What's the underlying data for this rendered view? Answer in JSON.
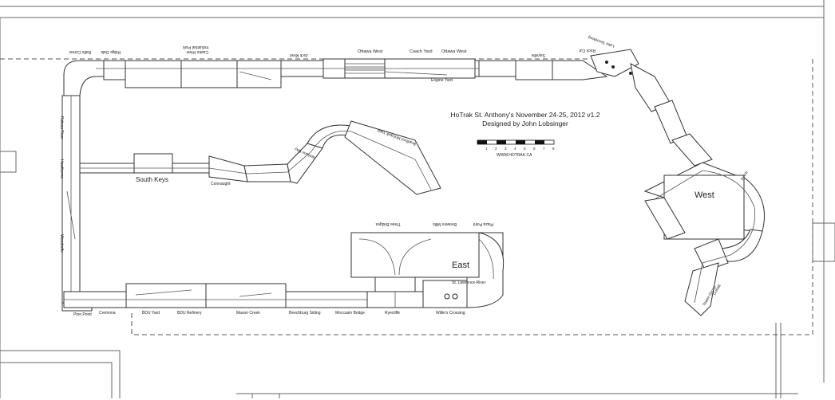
{
  "title": {
    "line1": "HoTrak St. Anthony's November 24-25, 2012 v1.2",
    "line2": "Designed by John Lobsinger"
  },
  "scale": {
    "ticks": [
      "1",
      "2",
      "3",
      "4",
      "5",
      "6",
      "7",
      "8"
    ],
    "url": "WWW.HOTRAK.CA"
  },
  "regions": {
    "west": "West",
    "east": "East",
    "south_keys": "South Keys"
  },
  "labels": {
    "ottawa_west_1": "Ottawa West",
    "coach_yard": "Coach Yard",
    "ottawa_west_2": "Ottawa West",
    "engine_yard": "Engine Yard",
    "sayville": "Sayville",
    "jackson_bay": "Jackson Bay",
    "connaught": "Connaught",
    "bradford_yard": "Bradford Mohawk Yard",
    "hawthorne": "Hawthorne",
    "rideau_river": "Rideau River",
    "woodroffe": "Woodroffe",
    "pine_point": "Pine Point",
    "cremona": "Cremona",
    "bdu_yard": "BDU Yard",
    "bdu_refinery": "BDU Refinery",
    "mason_creek": "Mason Creek",
    "beechburg_siding": "Beechburg Siding",
    "moccasin_bridge": "Moccasin Bridge",
    "ryecliffe": "Ryecliffe",
    "willies_crossing": "Willie's Crossing",
    "st_lawrence_river": "St. Lawrence River",
    "pinch": "Pinch",
    "tower_grove": "Tower Grove",
    "cobalt": "Cobalt",
    "three_bridges": "Three Bridges",
    "brewers_mills": "Brewers Mills",
    "plaza_point": "Plaza Point",
    "industrial_park": "Industrial Park",
    "castor_river": "Castor River",
    "balfs_corner": "Balfs Corner",
    "ridge_dale": "Ridge Dale",
    "jock_river": "Jock River",
    "rock_cut": "Rock Cut",
    "lake_stoneking": "Lake Stoneking"
  }
}
